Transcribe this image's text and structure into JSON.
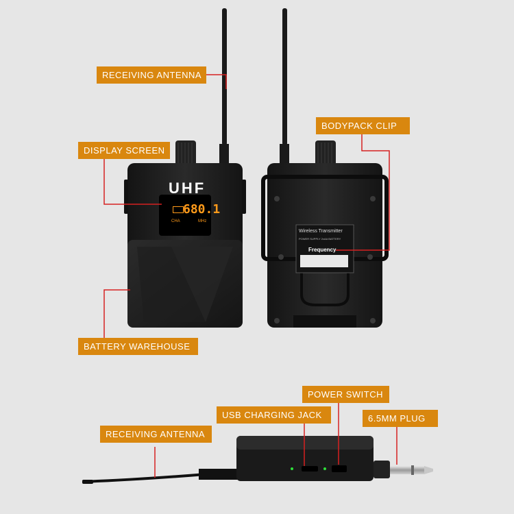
{
  "labels": {
    "receiving_antenna_top": "RECEIVING ANTENNA",
    "display_screen": "DISPLAY SCREEN",
    "bodypack_clip": "BODYPACK CLIP",
    "battery_warehouse": "BATTERY WAREHOUSE",
    "power_switch": "POWER SWITCH",
    "usb_charging_jack": "USB CHARGING JACK",
    "plug_6_5mm": "6.5MM PLUG",
    "receiving_antenna_bottom": "RECEIVING ANTENNA"
  },
  "device_front": {
    "brand": "UHF",
    "frequency_digits": "680.1",
    "channel_label": "CHA",
    "unit_label": "MHz"
  },
  "device_back": {
    "sticker_title": "Wireless Transmitter",
    "sticker_subtitle": "POWER SUPPLY 2xAA BATTERY",
    "frequency_label": "Frequency"
  },
  "colors": {
    "background": "#e6e6e6",
    "label_fill": "#d9870f",
    "label_text": "#ffffff",
    "leader_line": "#d62020",
    "device_body": "#1c1c1c",
    "display_digits": "#ff9a1a"
  }
}
